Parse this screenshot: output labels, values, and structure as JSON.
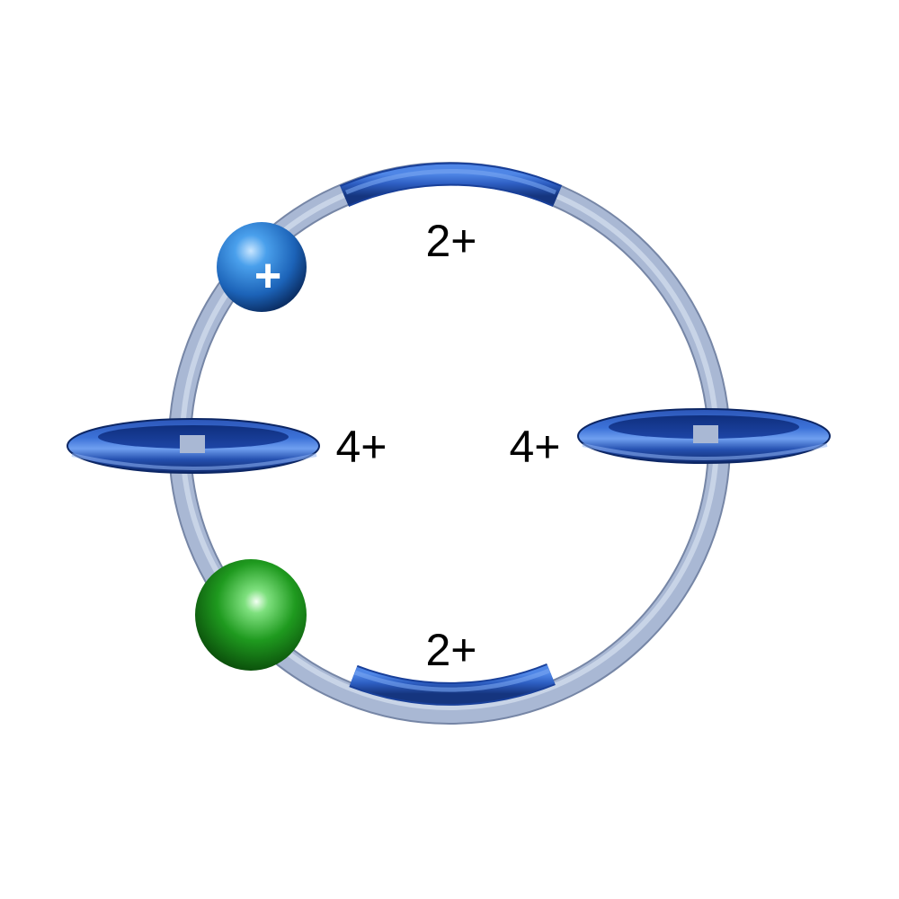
{
  "labels": {
    "top_segment": "2+",
    "bottom_segment": "2+",
    "left_station": "4+",
    "right_station": "4+"
  },
  "beads": {
    "blue_bead_symbol": "+"
  },
  "colors": {
    "ring_track": "#a9b8d4",
    "charged_segment": "#2d5ec2",
    "station_ring": "#1e4db3",
    "blue_bead": "#2a80d6",
    "green_bead": "#1f9a1f",
    "label_text": "#000000"
  }
}
